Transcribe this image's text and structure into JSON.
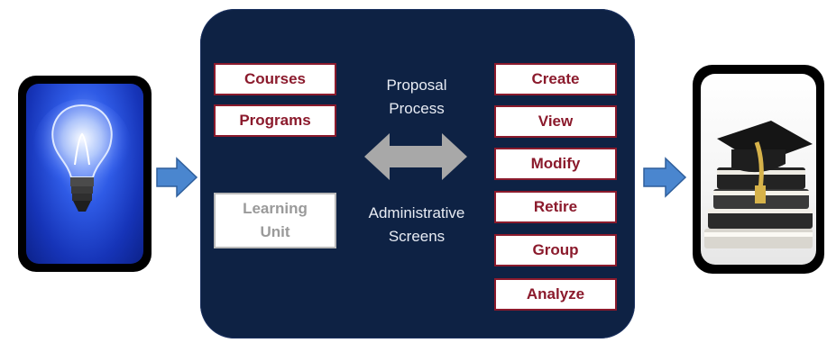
{
  "left_items": [
    "Courses",
    "Programs"
  ],
  "learning_unit": {
    "line1": "Learning",
    "line2": "Unit"
  },
  "center_top": {
    "line1": "Proposal",
    "line2": "Process"
  },
  "center_bottom": {
    "line1": "Administrative",
    "line2": "Screens"
  },
  "actions": [
    "Create",
    "View",
    "Modify",
    "Retire",
    "Group",
    "Analyze"
  ],
  "colors": {
    "panel_bg": "#0e2244",
    "box_border": "#8b1a2c",
    "box_text": "#8b1a2c",
    "muted_text": "#9a9a9a",
    "flow_arrow": "#4a86cf",
    "double_arrow": "#a8a8a8"
  },
  "icons": [
    "light-bulb-icon",
    "graduation-cap-books-icon"
  ]
}
